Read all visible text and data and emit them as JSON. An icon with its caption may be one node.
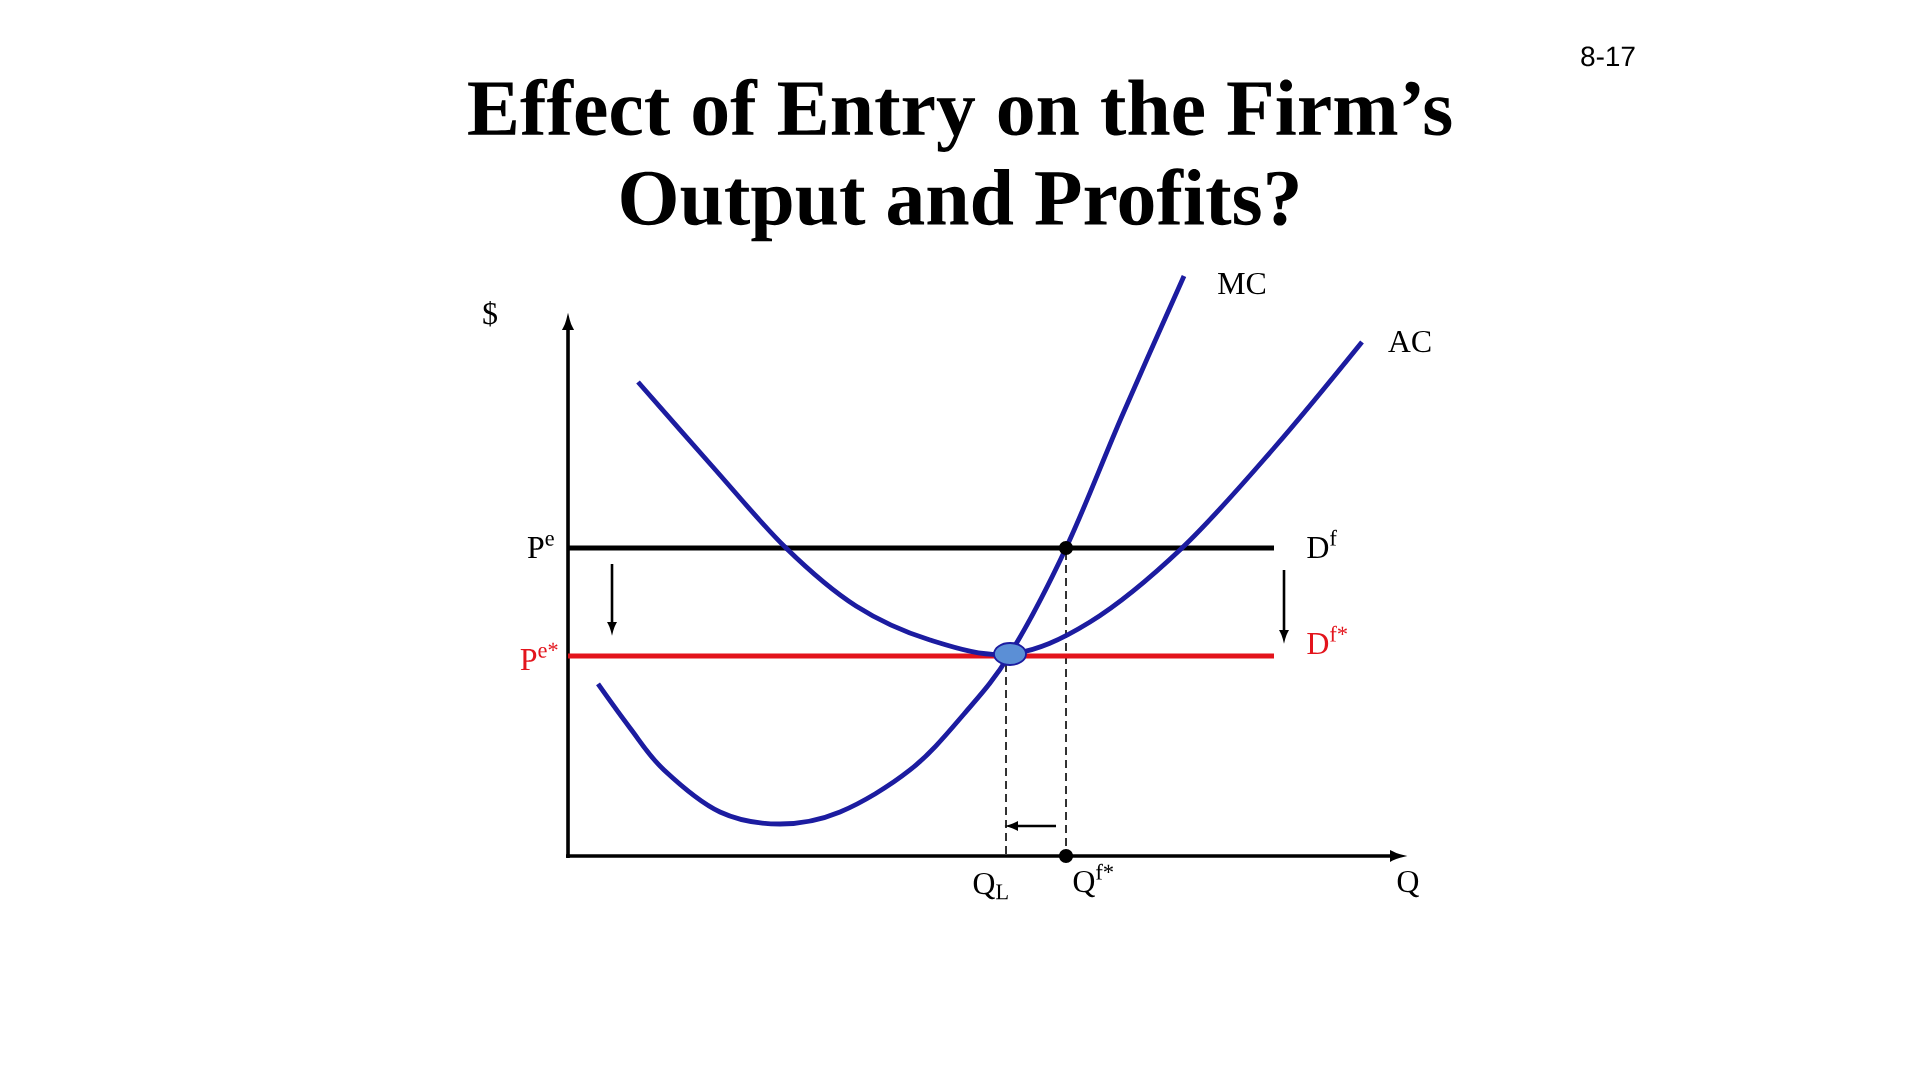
{
  "diagram": {
    "title": "Effect of Entry on the Firm’s Output and Profits?",
    "labels": [
      "8-17",
      "MC",
      "$",
      "AC",
      "P$^{e}$",
      "D$^{f}$",
      "D$^{f*}$",
      "P$^{e*}$",
      "Q$_{L}$",
      "Q$^{f*}$",
      "Q"
    ]
  }
}
